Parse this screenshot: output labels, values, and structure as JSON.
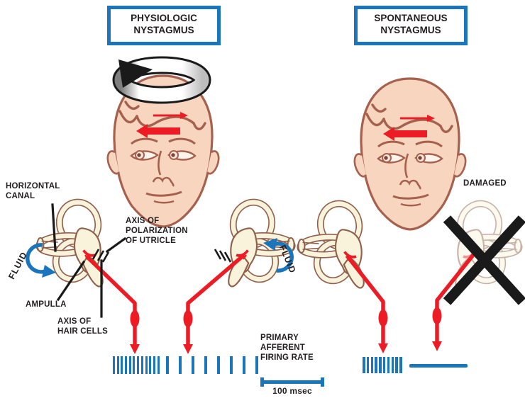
{
  "titles": {
    "left": "PHYSIOLOGIC\nNYSTAGMUS",
    "right": "SPONTANEOUS\nNYSTAGMUS"
  },
  "labels": {
    "horizontal_canal": "HORIZONTAL\nCANAL",
    "fluid_left": "FLUID",
    "fluid_right": "FLUID",
    "axis_of_polarization": "AXIS OF\nPOLARIZATION\nOF UTRICLE",
    "ampulla": "AMPULLA",
    "axis_of_hair_cells": "AXIS OF\nHAIR CELLS",
    "damaged": "DAMAGED",
    "primary_afferent": "PRIMARY\nAFFERENT\nFIRING RATE",
    "time_scale": "100 msec"
  },
  "firing_traces": {
    "left_increased": {
      "count": 12,
      "tick_width": 3,
      "gap": 2.7,
      "height": 25
    },
    "left_decreased": {
      "count": 8,
      "tick_width": 4,
      "gap": 14,
      "height": 25
    },
    "right_intact": {
      "count": 10,
      "tick_width": 3.5,
      "gap": 2.3,
      "height": 23
    },
    "right_damaged": {
      "count": 0,
      "style": "flat"
    }
  },
  "colors": {
    "accent_blue": "#1b75bc",
    "nerve_red": "#ed1c24",
    "ink": "#231f20",
    "skin": "#f8d5bf",
    "feature_brown": "#a5604e",
    "labyrinth_cream": "#faf3dc",
    "labyrinth_outline": "#8f614c"
  }
}
